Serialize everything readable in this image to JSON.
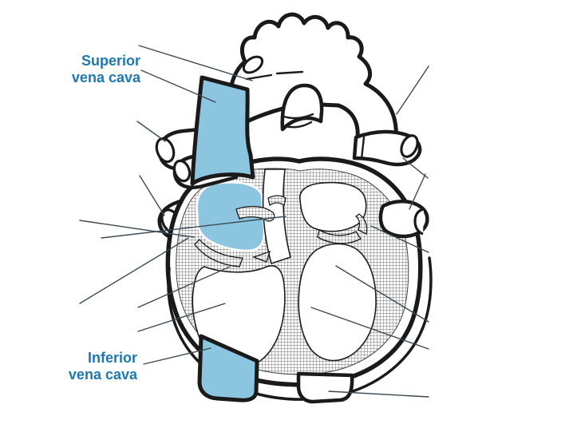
{
  "slide": {
    "background": "#ffffff",
    "description": "Unlabeled heart anatomy quiz diagram"
  },
  "diagram": {
    "labels": {
      "superior_vena_cava": {
        "line1": "Superior",
        "line2": "vena cava"
      },
      "inferior_vena_cava": {
        "line1": "Inferior",
        "line2": "vena cava"
      }
    },
    "colors": {
      "label_text": "#1e78b0",
      "vessel_fill": "#8cc5e0",
      "outline": "#1a1a1a",
      "leader_line": "#3b4a54",
      "wall_hatch": "#6e6e6e"
    }
  }
}
